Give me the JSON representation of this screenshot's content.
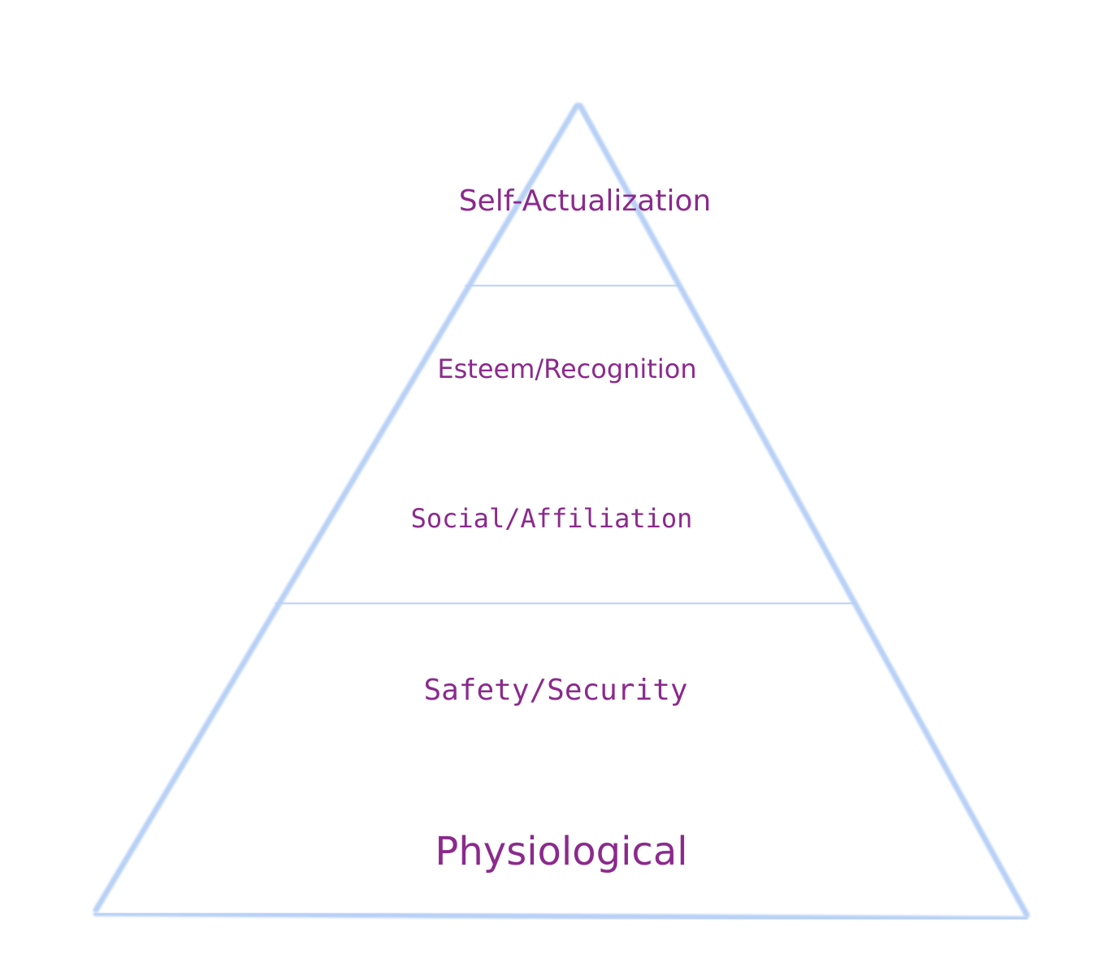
{
  "diagram": {
    "line_color": "#b8d0f6",
    "text_color": "#8b2a8c",
    "tiers": [
      {
        "label": "Self-Actualization"
      },
      {
        "label": "Esteem/Recognition"
      },
      {
        "label": "Social/Affiliation"
      },
      {
        "label": "Safety/Security"
      },
      {
        "label": "Physiological"
      }
    ]
  }
}
